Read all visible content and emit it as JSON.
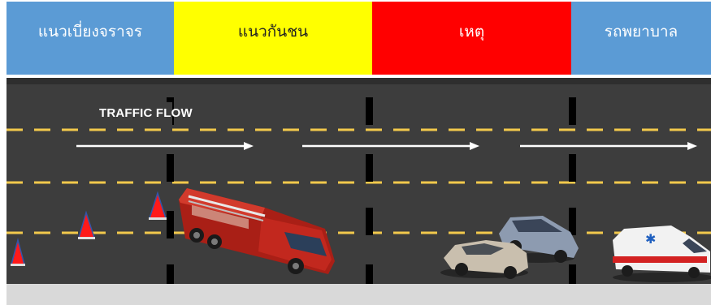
{
  "zones": [
    {
      "label": "แนวเบี่ยงจราจร",
      "color": "#5b9bd5"
    },
    {
      "label": "แนวกันชน",
      "color": "#ffff00"
    },
    {
      "label": "เหตุ",
      "color": "#ff0000"
    },
    {
      "label": "รถพยาบาล",
      "color": "#5b9bd5"
    }
  ],
  "road": {
    "label": "TRAFFIC FLOW",
    "surface_color": "#3d3d3d",
    "lane_marking_color": "#f2c94c",
    "shoulder_color": "#d9d9d9"
  },
  "icons": [
    "traffic-cone-icon",
    "fire-truck-icon",
    "car-icon",
    "ambulance-icon",
    "arrow-right-icon"
  ]
}
